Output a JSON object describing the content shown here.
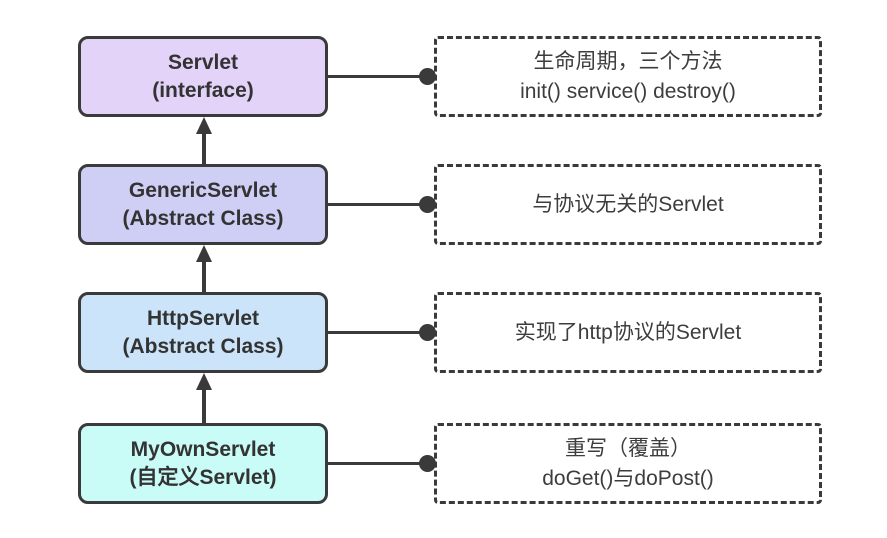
{
  "diagram": {
    "background": "#ffffff",
    "stroke_color": "#3a3a3a",
    "text_color": "#333333",
    "nodes": [
      {
        "title": "Servlet",
        "subtitle": "(interface)",
        "fill": "#e3d3f9",
        "note": {
          "line1": "生命周期，三个方法",
          "line2": "init() service() destroy()"
        }
      },
      {
        "title": "GenericServlet",
        "subtitle": "(Abstract Class)",
        "fill": "#cfcff6",
        "note": {
          "line1": "与协议无关的Servlet"
        }
      },
      {
        "title": "HttpServlet",
        "subtitle": "(Abstract Class)",
        "fill": "#cce4f9",
        "note": {
          "line1": "实现了http协议的Servlet"
        }
      },
      {
        "title": "MyOwnServlet",
        "subtitle": "(自定义Servlet)",
        "fill": "#c9fbf7",
        "note": {
          "line1": "重写（覆盖）",
          "line2": "doGet()与doPost()"
        }
      }
    ]
  }
}
